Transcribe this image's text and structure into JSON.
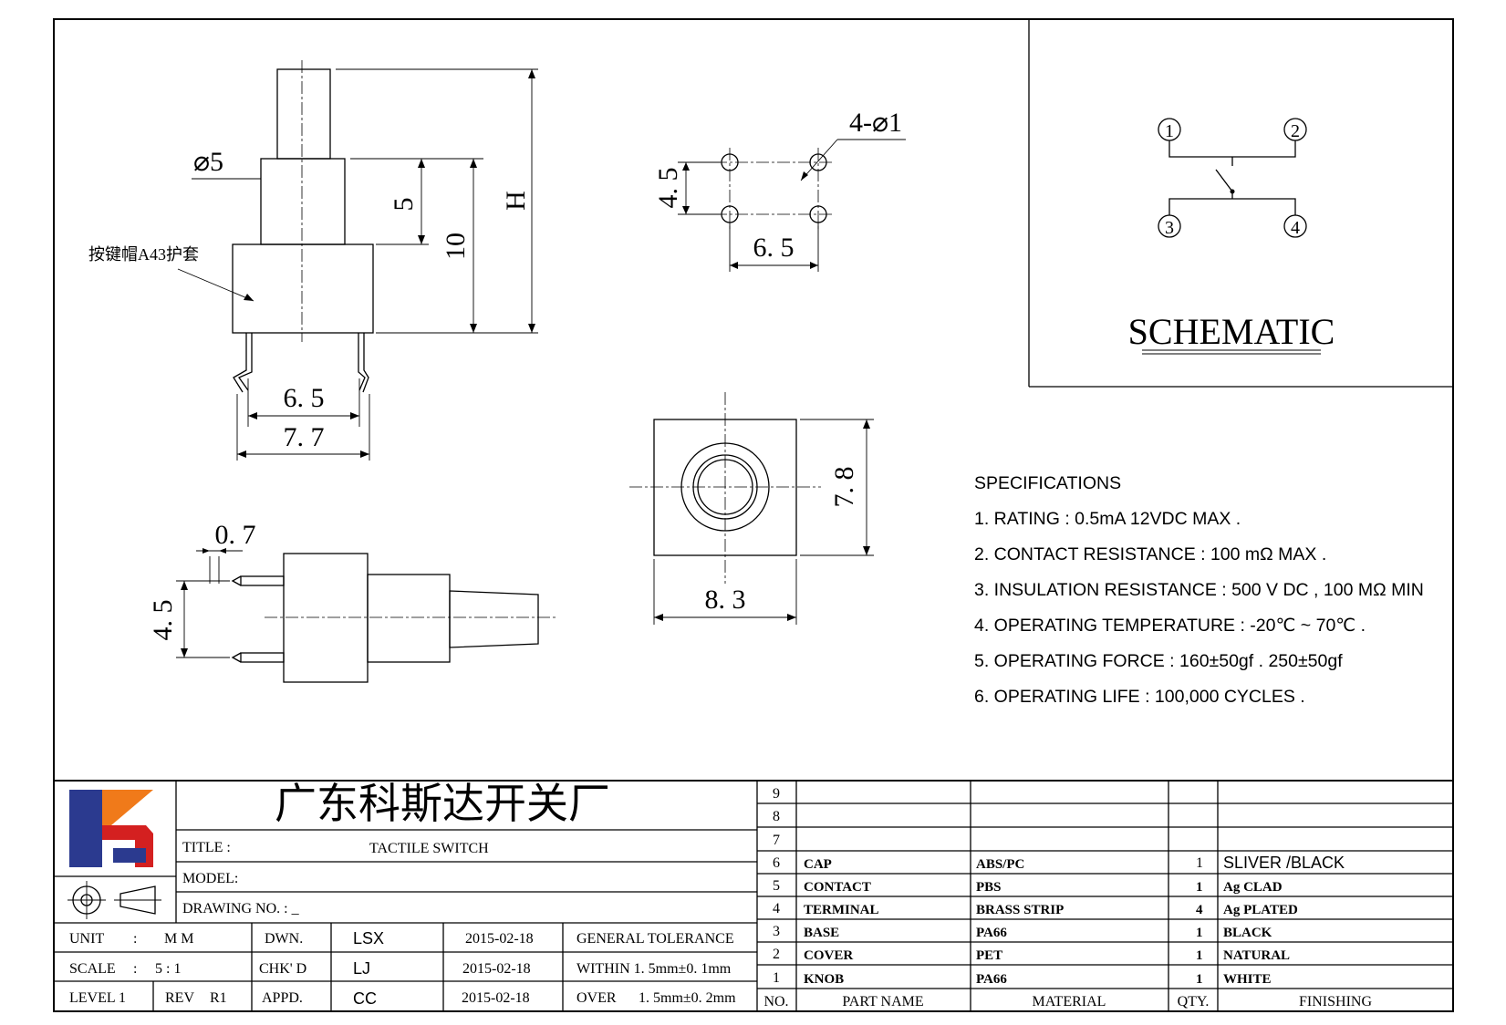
{
  "annotation_label": "按键帽A43护套",
  "dims": {
    "d5": "⌀5",
    "d_top_5": "5",
    "d_10": "10",
    "d_H": "H",
    "d_65_front": "6. 5",
    "d_77": "7. 7",
    "d_07": "0. 7",
    "d_45_side": "4. 5",
    "d_45_hole": "4. 5",
    "d_65_hole": "6. 5",
    "d_holes": "4-⌀1",
    "d_78": "7. 8",
    "d_83": "8. 3"
  },
  "schematic": {
    "title": "SCHEMATIC",
    "pins": [
      "1",
      "2",
      "3",
      "4"
    ]
  },
  "specs": {
    "heading": "SPECIFICATIONS",
    "items": [
      "1. RATING : 0.5mA 12VDC MAX .",
      "2. CONTACT RESISTANCE : 100 mΩ MAX .",
      "3. INSULATION RESISTANCE : 500 V DC , 100 MΩ MIN",
      "4. OPERATING TEMPERATURE : -20℃ ~ 70℃ .",
      "5. OPERATING FORCE : 160±50gf . 250±50gf",
      "6. OPERATING LIFE : 100,000 CYCLES ."
    ]
  },
  "title_block": {
    "company": "广东科斯达开关厂",
    "title_label": "TITLE :",
    "title_value": "TACTILE SWITCH",
    "model_label": "MODEL:",
    "drawing_label": "DRAWING NO.  :  _",
    "unit_label": "UNIT",
    "unit_colon": ":",
    "unit_value": "M M",
    "scale_label": "SCALE",
    "scale_colon": ":",
    "scale_value": "5 : 1",
    "level_label": "LEVEL 1",
    "rev_label": "REV",
    "rev_value": "R1",
    "dwn_label": "DWN.",
    "dwn_name": "LSX",
    "dwn_date": "2015-02-18",
    "chk_label": "CHK' D",
    "chk_name": "LJ",
    "chk_date": "2015-02-18",
    "appd_label": "APPD.",
    "appd_name": "CC",
    "appd_date": "2015-02-18",
    "tol_title": "GENERAL TOLERANCE",
    "tol_within": "WITHIN 1. 5mm±0. 1mm",
    "tol_over_label": "OVER",
    "tol_over_value": "1. 5mm±0. 2mm"
  },
  "bom": {
    "headers": {
      "no": "NO.",
      "name": "PART   NAME",
      "material": "MATERIAL",
      "qty": "QTY.",
      "finishing": "FINISHING"
    },
    "rows": [
      {
        "no": "9",
        "name": "",
        "material": "",
        "qty": "",
        "finishing": ""
      },
      {
        "no": "8",
        "name": "",
        "material": "",
        "qty": "",
        "finishing": ""
      },
      {
        "no": "7",
        "name": "",
        "material": "",
        "qty": "",
        "finishing": ""
      },
      {
        "no": "6",
        "name": "CAP",
        "material": "ABS/PC",
        "qty": "1",
        "finishing": "SLIVER /BLACK"
      },
      {
        "no": "5",
        "name": "CONTACT",
        "material": "PBS",
        "qty": "1",
        "finishing": "Ag CLAD"
      },
      {
        "no": "4",
        "name": "TERMINAL",
        "material": "BRASS STRIP",
        "qty": "4",
        "finishing": "Ag PLATED"
      },
      {
        "no": "3",
        "name": "BASE",
        "material": "PA66",
        "qty": "1",
        "finishing": "BLACK"
      },
      {
        "no": "2",
        "name": "COVER",
        "material": "PET",
        "qty": "1",
        "finishing": "NATURAL"
      },
      {
        "no": "1",
        "name": "KNOB",
        "material": "PA66",
        "qty": "1",
        "finishing": "WHITE"
      }
    ]
  },
  "colors": {
    "ink": "#000000",
    "logo_blue": "#2b3a8f",
    "logo_orange": "#f07a1a",
    "logo_red": "#d42020"
  }
}
